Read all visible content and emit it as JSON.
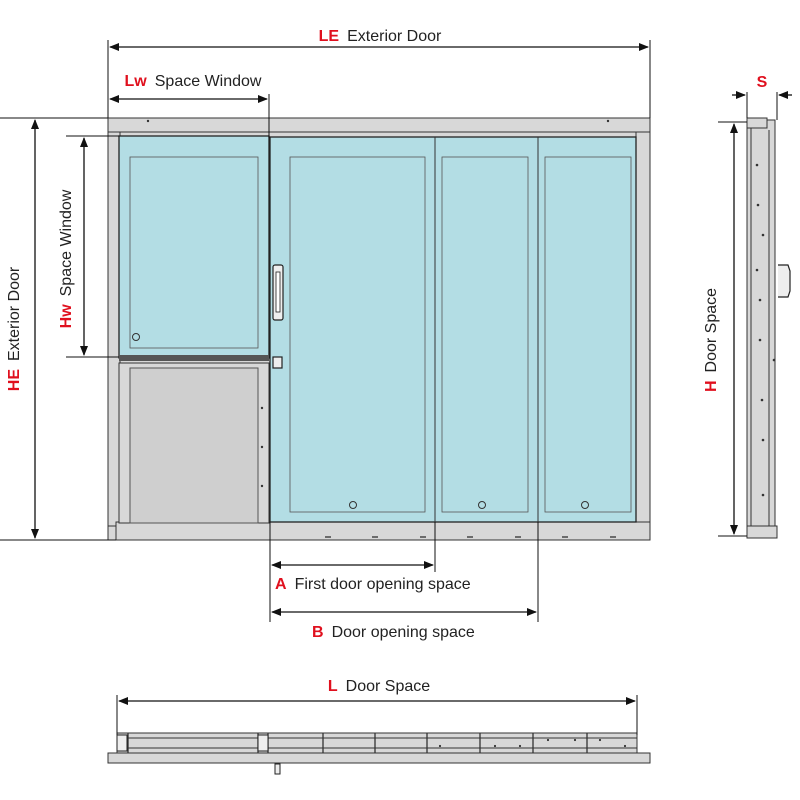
{
  "colors": {
    "accent": "#e0101e",
    "glass": "#b3dde4",
    "frame": "#d8d8d8",
    "line": "#111111"
  },
  "dimensions": {
    "exterior_door_width": {
      "code": "LE",
      "text": "Exterior Door"
    },
    "window_width": {
      "code": "Lw",
      "text": "Space Window"
    },
    "exterior_door_height": {
      "code": "HE",
      "text": "Exterior Door"
    },
    "window_height": {
      "code": "Hw",
      "text": "Space Window"
    },
    "first_opening": {
      "code": "A",
      "text": "First door opening space"
    },
    "door_opening": {
      "code": "B",
      "text": "Door opening space"
    },
    "door_space_width": {
      "code": "L",
      "text": "Door Space"
    },
    "door_space_height": {
      "code": "H",
      "text": "Door Space"
    },
    "thickness": {
      "code": "S",
      "text": ""
    }
  }
}
